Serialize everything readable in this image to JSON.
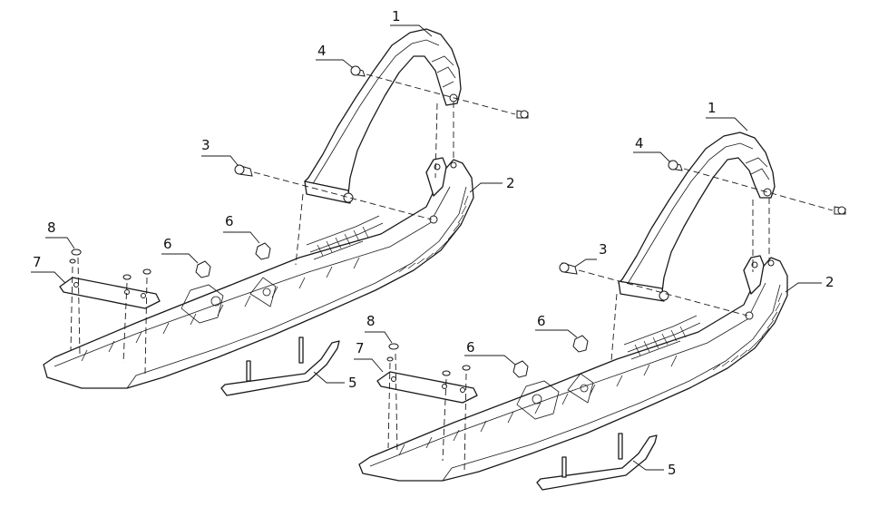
{
  "diagram": {
    "callouts": [
      {
        "id": "left-1",
        "label": "1"
      },
      {
        "id": "left-2",
        "label": "2"
      },
      {
        "id": "left-3",
        "label": "3"
      },
      {
        "id": "left-4",
        "label": "4"
      },
      {
        "id": "left-5",
        "label": "5"
      },
      {
        "id": "left-6a",
        "label": "6"
      },
      {
        "id": "left-6b",
        "label": "6"
      },
      {
        "id": "left-7",
        "label": "7"
      },
      {
        "id": "left-8",
        "label": "8"
      },
      {
        "id": "right-1",
        "label": "1"
      },
      {
        "id": "right-2",
        "label": "2"
      },
      {
        "id": "right-3",
        "label": "3"
      },
      {
        "id": "right-4",
        "label": "4"
      },
      {
        "id": "right-5",
        "label": "5"
      },
      {
        "id": "right-6a",
        "label": "6"
      },
      {
        "id": "right-6b",
        "label": "6"
      },
      {
        "id": "right-7",
        "label": "7"
      },
      {
        "id": "right-8",
        "label": "8"
      }
    ]
  }
}
